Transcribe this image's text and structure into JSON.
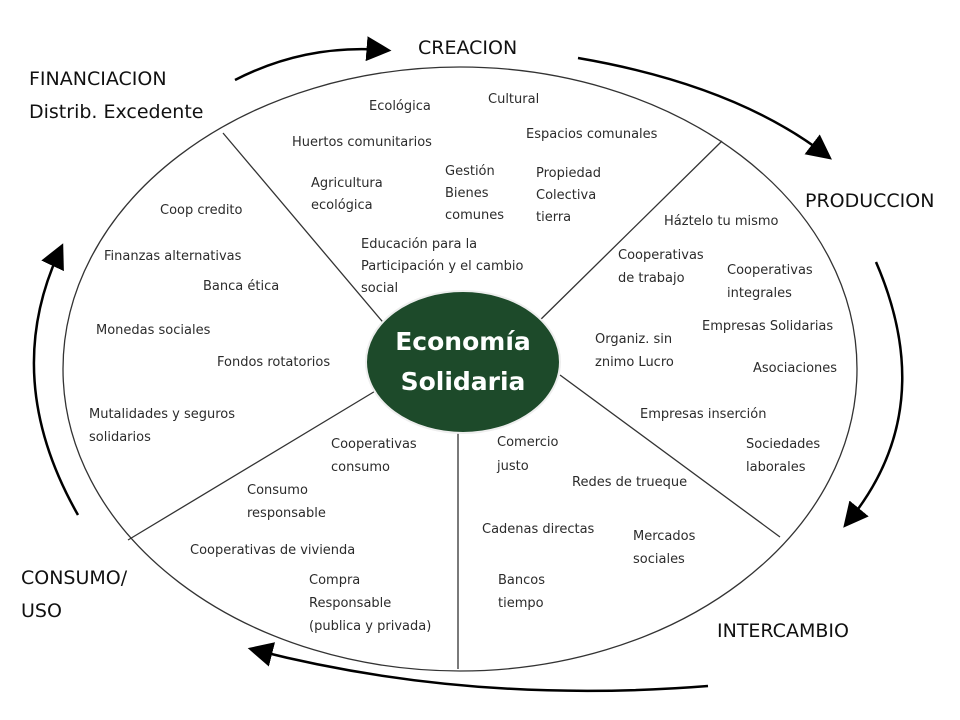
{
  "center": {
    "line1": "Economía",
    "line2": "Solidaria",
    "fill": "#1d4a2a"
  },
  "sectors": {
    "creacion": "CREACION",
    "financiacion": {
      "line1": "FINANCIACION",
      "line2": "Distrib. Excedente"
    },
    "produccion": "PRODUCCION",
    "consumo": {
      "line1": "CONSUMO/",
      "line2": "USO"
    },
    "intercambio": "INTERCAMBIO"
  },
  "creacion_items": {
    "ecologica": "Ecológica",
    "cultural": "Cultural",
    "espacios": "Espacios comunales",
    "huertos": "Huertos comunitarios",
    "gestion": [
      "Gestión",
      "Bienes",
      "comunes"
    ],
    "propiedad": [
      "Propiedad",
      "Colectiva",
      "tierra"
    ],
    "agricultura": [
      "Agricultura",
      "ecológica"
    ],
    "educacion": [
      "Educación para la",
      "Participación y el cambio",
      "social"
    ]
  },
  "financiacion_items": {
    "coop_credito": "Coop credito",
    "finanzas": "Finanzas alternativas",
    "banca": "Banca ética",
    "monedas": "Monedas sociales",
    "fondos": "Fondos rotatorios",
    "mutualidades": [
      "Mutalidades y seguros",
      "solidarios"
    ]
  },
  "produccion_items": {
    "haztelo": "Háztelo tu mismo",
    "coop_trabajo": [
      "Cooperativas",
      " de trabajo"
    ],
    "coop_integrales": [
      "Cooperativas",
      "integrales"
    ],
    "empresas_solidarias": "Empresas Solidarias",
    "organiz": [
      "Organiz. sin",
      "znimo Lucro"
    ],
    "asociaciones": "Asociaciones",
    "empresas_insercion": "Empresas inserción"
  },
  "intercambio_items": {
    "sociedades": [
      "Sociedades",
      "laborales"
    ],
    "comercio": [
      "Comercio",
      "justo"
    ],
    "redes": "Redes de trueque",
    "cadenas": "Cadenas directas",
    "mercados": [
      "Mercados",
      "sociales"
    ],
    "bancos": [
      "Bancos",
      "tiempo"
    ]
  },
  "consumo_items": {
    "coop_consumo": [
      "Cooperativas",
      "consumo"
    ],
    "consumo_resp": [
      "Consumo",
      "responsable"
    ],
    "vivienda": "Cooperativas de vivienda",
    "compra": [
      "Compra",
      "Responsable",
      "(publica y privada)"
    ]
  }
}
